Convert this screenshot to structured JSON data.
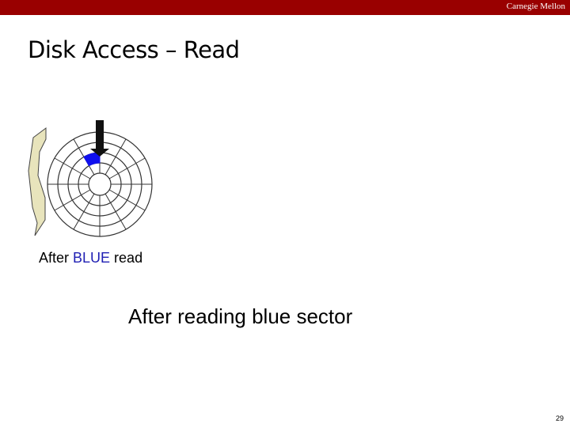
{
  "header": {
    "brand": "Carnegie Mellon"
  },
  "slide": {
    "title": "Disk Access – Read",
    "caption": {
      "prefix": "After ",
      "highlight": "BLUE",
      "suffix": " read"
    },
    "subtitle": "After reading blue sector",
    "page_number": "29"
  },
  "colors": {
    "header_bar": "#990000",
    "highlight_text": "#1f1fb3",
    "sector_fill": "#1010ee",
    "arrow_fill": "#e8e4bc"
  },
  "diagram": {
    "rings": 5,
    "spokes": 12,
    "highlighted_sector": "blue",
    "rotation_arrow": "rotation-arrow-icon",
    "read_head": "read-head-arrow-icon"
  }
}
